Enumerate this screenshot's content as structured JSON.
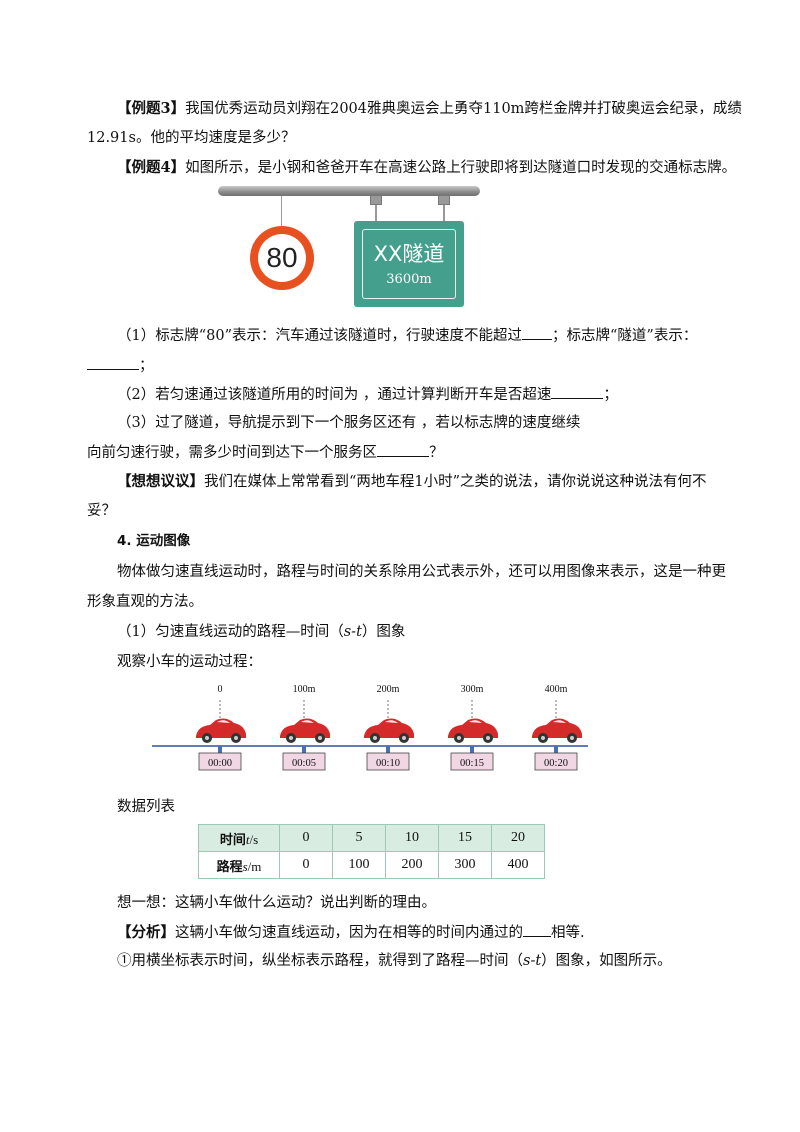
{
  "ex3": {
    "label": "【例题3】",
    "line1": "我国优秀运动员刘翔在2004雅典奥运会上勇夺110m跨栏金牌并打破奥运会纪录，成绩",
    "line2": "12.91s。他的平均速度是多少？"
  },
  "ex4": {
    "label": "【例题4】",
    "text": "如图所示，是小钢和爸爸开车在高速公路上行驶即将到达隧道口时发现的交通标志牌。"
  },
  "signs": {
    "speed": "80",
    "tunnel_name": "XX隧道",
    "tunnel_length": "3600m"
  },
  "q1": {
    "line1a": "（1）标志牌“80”表示：汽车通过该隧道时，行驶速度不能超过",
    "line1b": "；标志牌“隧道”表示：",
    "line2": "；"
  },
  "q2": {
    "a": "（2）若匀速通过该隧道所用的时间为 ，通过计算判断开车是否超速",
    "b": "；"
  },
  "q3": {
    "line1": "（3）过了隧道，导航提示到下一个服务区还有 ，若以标志牌的速度继续",
    "line2a": "向前匀速行驶，需多少时间到达下一个服务区",
    "line2b": "？"
  },
  "think": {
    "label": "【想想议议】",
    "line1": "我们在媒体上常常看到“两地车程1小时”之类的说法，请你说说这种说法有何不",
    "line2": "妥？"
  },
  "section4": {
    "title": "4. 运动图像",
    "para_line1": "物体做匀速直线运动时，路程与时间的关系除用公式表示外，还可以用图像来表示，这是一种更",
    "para_line2": "形象直观的方法。",
    "sub1": "（1）匀速直线运动的路程—时间（",
    "sub1_var": "s-t",
    "sub1_end": "）图象",
    "observe": "观察小车的运动过程："
  },
  "car_figure": {
    "positions": [
      "0",
      "100m",
      "200m",
      "300m",
      "400m"
    ],
    "times": [
      "00:00",
      "00:05",
      "00:10",
      "00:15",
      "00:20"
    ],
    "car_color": "#d42a2a",
    "time_box_color": "#f1d6e4"
  },
  "data_list_label": "数据列表",
  "table": {
    "row1_label_a": "时间",
    "row1_label_b": "t",
    "row1_label_c": "/s",
    "row2_label_a": "路程",
    "row2_label_b": "s",
    "row2_label_c": "/m",
    "times": [
      "0",
      "5",
      "10",
      "15",
      "20"
    ],
    "distances": [
      "0",
      "100",
      "200",
      "300",
      "400"
    ]
  },
  "thinkq": "想一想：这辆小车做什么运动？说出判断的理由。",
  "analysis": {
    "label": "【分析】",
    "text_a": "这辆小车做匀速直线运动，因为在相等的时间内通过的",
    "text_b": "相等."
  },
  "step1": {
    "a": "①用横坐标表示时间，纵坐标表示路程，就得到了路程—时间（",
    "var": "s-t",
    "b": "）图象，如图所示。"
  }
}
